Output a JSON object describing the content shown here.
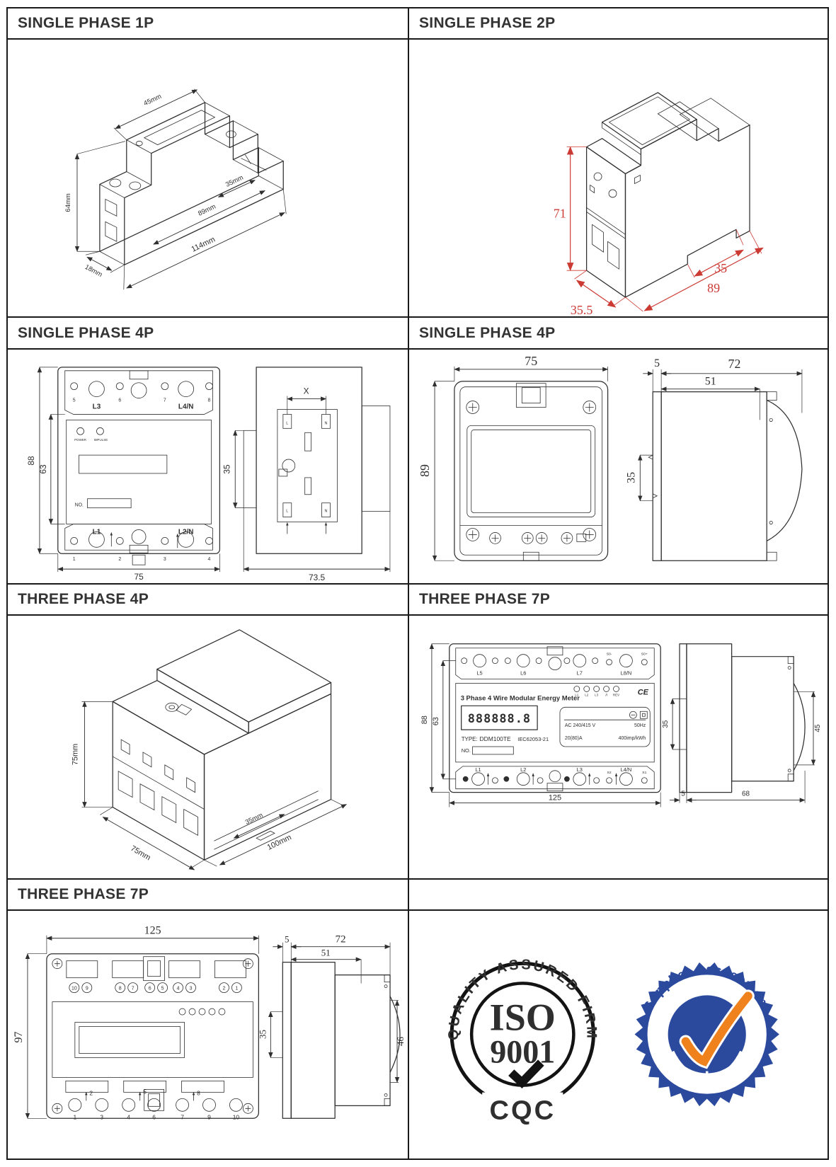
{
  "page": {
    "background": "#ffffff",
    "grid_color": "#1a1a1a"
  },
  "colors": {
    "line": "#2f2f2f",
    "dim_red": "#cc3a34",
    "badge_blue": "#2b4a9e",
    "badge_orange": "#f0821e"
  },
  "cells": {
    "r1c1": {
      "title": "SINGLE PHASE 1P",
      "dims": {
        "top_width": "45mm",
        "height": "64mm",
        "depth": "18mm",
        "rail_slot": "35mm",
        "body": "89mm",
        "overall": "114mm"
      }
    },
    "r1c2": {
      "title": "SINGLE PHASE 2P",
      "dims": {
        "height": "71",
        "width": "35.5",
        "rail_slot": "35",
        "depth": "89"
      }
    },
    "r2c1": {
      "title": "SINGLE PHASE 4P",
      "front": {
        "top_terminals": [
          "5",
          "6",
          "7",
          "8"
        ],
        "top_phase_labels": [
          "L3",
          "L4/N"
        ],
        "led_labels": [
          "POWER",
          "IMPULSE"
        ],
        "serial_label": "NO.",
        "bottom_phase_labels": [
          "L1",
          "L2/N"
        ],
        "bottom_terminals": [
          "1",
          "2",
          "3",
          "4"
        ]
      },
      "side": {
        "wiring_labels": [
          "L",
          "N",
          "L",
          "N"
        ]
      },
      "dims": {
        "overall_height": "88",
        "window_height": "63",
        "width": "75",
        "terminal_pitch": "X",
        "rail_slot": "35",
        "depth": "73.5"
      }
    },
    "r2c2": {
      "title": "SINGLE PHASE 4P",
      "dims": {
        "width": "75",
        "height": "89",
        "bezel": "5",
        "depth": "72",
        "body_depth": "51",
        "rail_slot": "35"
      }
    },
    "r3c1": {
      "title": "THREE PHASE 4P",
      "dims": {
        "height": "75mm",
        "width": "75mm",
        "rail_slot": "35mm",
        "depth": "100mm"
      }
    },
    "r3c2": {
      "title": "THREE PHASE 7P",
      "meter": {
        "top_terminals": [
          "L5",
          "L6",
          "L7",
          "L8/N"
        ],
        "top_aux_terminals": [
          "S0-",
          "S0+"
        ],
        "name": "3 Phase 4 Wire Modular Energy Meter",
        "led_labels": [
          "L1",
          "L2",
          "L3",
          "Л",
          "REV"
        ],
        "lcd": "888888.8",
        "type_label": "TYPE:",
        "type_value": "DDM100TE",
        "standard": "IEC62053-21",
        "serial_label": "NO.",
        "rating_rows": [
          [
            "AC 240/415 V",
            "50Hz"
          ],
          [
            "20(80)A",
            "400imp/kWh"
          ]
        ],
        "ce_mark": "CE",
        "bottom_terminals": [
          "L1",
          "L2",
          "L3",
          "L4/N"
        ],
        "bottom_aux_terminals": [
          "S2",
          "S1"
        ]
      },
      "dims": {
        "overall_height": "88",
        "window_height": "63",
        "width": "125",
        "rail_slot": "35",
        "clip_height": "45",
        "bezel": "5",
        "depth": "68"
      }
    },
    "r4c1": {
      "title": "THREE PHASE 7P",
      "meter": {
        "top_pairs": [
          [
            "10",
            "9"
          ],
          [
            "8",
            "7"
          ],
          [
            "6",
            "5"
          ],
          [
            "4",
            "3"
          ],
          [
            "2",
            "1"
          ]
        ],
        "bottom_lower_terminals": [
          "1",
          "3",
          "4",
          "6",
          "7",
          "9",
          "10"
        ],
        "bottom_upper_terminals": [
          "2",
          "5",
          "8"
        ]
      },
      "dims": {
        "width": "125",
        "height": "97",
        "bezel": "5",
        "depth": "72",
        "body_depth": "51",
        "rail_slot": "35",
        "clip_height": "46"
      }
    },
    "r4c2": {
      "title": "",
      "iso_badge": {
        "arc_text": "QUALITY ASSURED FIRM",
        "org": "ISO",
        "number": "9001",
        "certifier": "CQC"
      },
      "supplier_badge": {
        "arc_text": "Supplier Assessment"
      }
    }
  }
}
